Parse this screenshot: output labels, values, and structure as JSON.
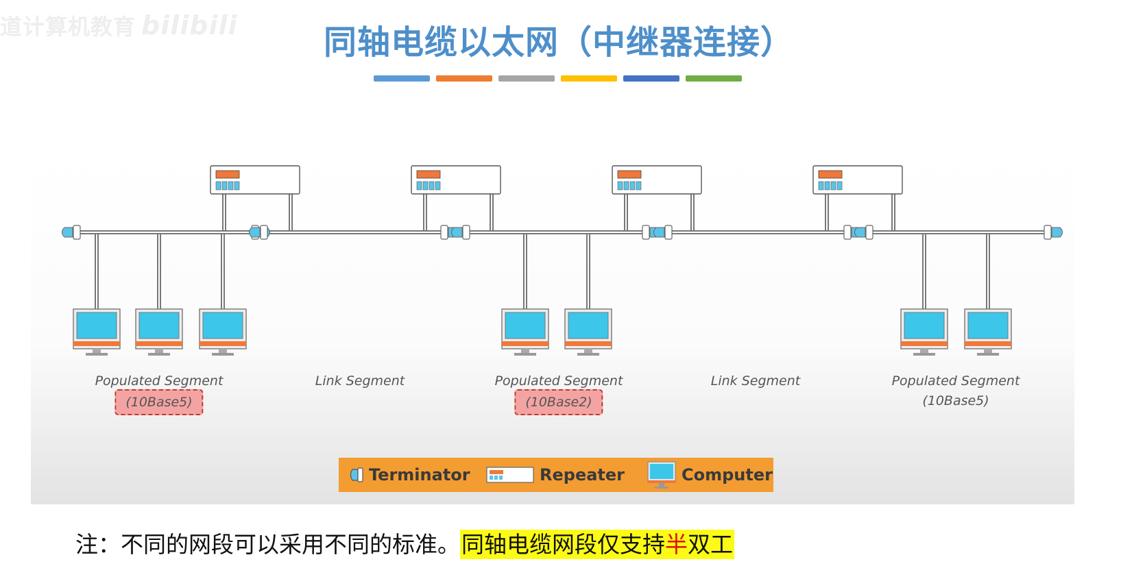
{
  "watermark": {
    "text": "道计算机教育",
    "logo": "bilibili"
  },
  "title": "同轴电缆以太网（中继器连接）",
  "color_bars": [
    "#5b9bd5",
    "#ed7d31",
    "#a5a5a5",
    "#ffc000",
    "#4472c4",
    "#70ad47"
  ],
  "colors": {
    "cable": "#777777",
    "terminator": "#5bc4e6",
    "repeater_display": "#f0783a",
    "screen": "#3cc6ea",
    "monitor_base": "#f0783a",
    "legend_bg": "#f39c32",
    "highlight": "#fbfb16"
  },
  "segments": [
    {
      "label": "Populated Segment",
      "standard": "(10Base5)",
      "highlighted": true,
      "computers": 3
    },
    {
      "label": "Link Segment",
      "standard": "",
      "highlighted": false,
      "computers": 0
    },
    {
      "label": "Populated Segment",
      "standard": "(10Base2)",
      "highlighted": true,
      "computers": 2
    },
    {
      "label": "Link Segment",
      "standard": "",
      "highlighted": false,
      "computers": 0
    },
    {
      "label": "Populated Segment",
      "standard": "(10Base5)",
      "highlighted": false,
      "computers": 2
    }
  ],
  "repeaters": 4,
  "legend": [
    {
      "icon": "terminator-icon",
      "label": "Terminator"
    },
    {
      "icon": "repeater-icon",
      "label": "Repeater"
    },
    {
      "icon": "computer-icon",
      "label": "Computer"
    }
  ],
  "note": {
    "prefix": "注：不同的网段可以采用不同的标准。",
    "highlight_a": "同轴电缆网段仅支持",
    "highlight_red": "半",
    "highlight_b": "双工"
  }
}
